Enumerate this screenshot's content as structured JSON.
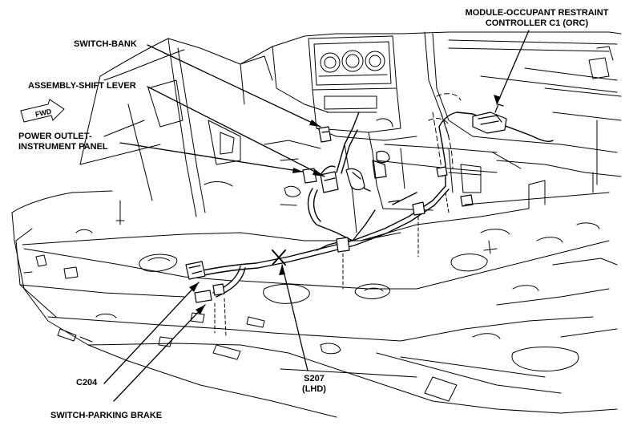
{
  "labels": {
    "orc_line1": "MODULE-OCCUPANT RESTRAINT",
    "orc_line2": "CONTROLLER C1 (ORC)",
    "switch_bank": "SWITCH-BANK",
    "shift_lever": "ASSEMBLY-SHIFT LEVER",
    "power_outlet_line1": "POWER OUTLET-",
    "power_outlet_line2": "INSTRUMENT PANEL",
    "c204": "C204",
    "s207_line1": "S207",
    "s207_line2": "(LHD)",
    "parking_brake": "SWITCH-PARKING BRAKE",
    "fwd_arrow": "FWD"
  },
  "icons": {
    "forward_arrow": "fwd-arrow-icon",
    "splice_marker": "x-splice-marker-icon"
  },
  "colors": {
    "line": "#000000",
    "background": "#ffffff"
  }
}
